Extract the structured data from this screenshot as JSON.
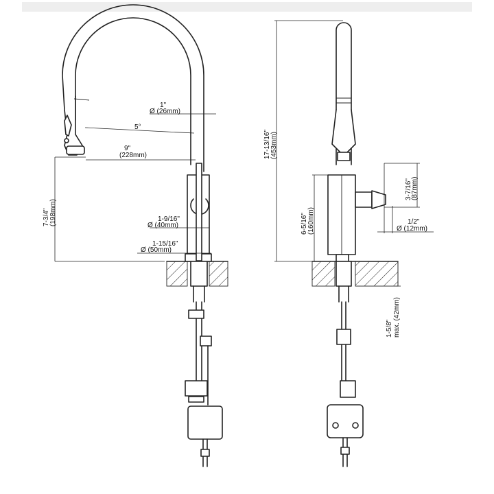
{
  "dimensions": {
    "d_1in": "1\"",
    "d_26mm": "Ø (26mm)",
    "angle_5": "5°",
    "d_9in": "9\"",
    "d_228mm": "(228mm)",
    "h_7_3_4": "7-3/4\"",
    "h_198mm": "(198mm)",
    "d_1_9_16": "1-9/16\"",
    "d_40mm": "Ø (40mm)",
    "d_1_15_16": "1-15/16\"",
    "d_50mm": "Ø (50mm)",
    "h_17_13_16": "17-13/16\"",
    "h_453mm": "(453mm)",
    "h_6_5_16": "6-5/16\"",
    "h_160mm": "(160mm)",
    "h_3_7_16": "3-7/16\"",
    "h_87mm": "(87mm)",
    "d_1_2": "1/2\"",
    "d_12mm": "Ø (12mm)",
    "h_1_5_8": "1-5/8\"",
    "h_42mm": "max. (42mm)"
  }
}
